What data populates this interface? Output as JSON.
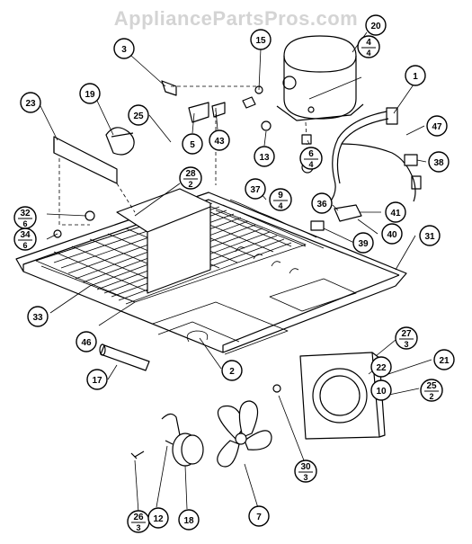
{
  "watermark": "AppliancePartsPros.com",
  "callouts": [
    {
      "id": "c3",
      "label": "3"
    },
    {
      "id": "c15",
      "label": "15"
    },
    {
      "id": "c20",
      "label": "20"
    },
    {
      "id": "c4a",
      "num": "4",
      "den": "4"
    },
    {
      "id": "c1",
      "label": "1"
    },
    {
      "id": "c23",
      "label": "23"
    },
    {
      "id": "c19",
      "label": "19"
    },
    {
      "id": "c25a",
      "label": "25"
    },
    {
      "id": "c5",
      "label": "5"
    },
    {
      "id": "c43",
      "label": "43"
    },
    {
      "id": "c13",
      "label": "13"
    },
    {
      "id": "c6",
      "num": "6",
      "den": "4"
    },
    {
      "id": "c47",
      "label": "47"
    },
    {
      "id": "c38",
      "label": "38"
    },
    {
      "id": "c28",
      "num": "28",
      "den": "2"
    },
    {
      "id": "c37",
      "label": "37"
    },
    {
      "id": "c9",
      "num": "9",
      "den": "4"
    },
    {
      "id": "c36",
      "label": "36"
    },
    {
      "id": "c41",
      "label": "41"
    },
    {
      "id": "c32",
      "num": "32",
      "den": "6"
    },
    {
      "id": "c34",
      "num": "34",
      "den": "6"
    },
    {
      "id": "c40",
      "label": "40"
    },
    {
      "id": "c39",
      "label": "39"
    },
    {
      "id": "c31",
      "label": "31"
    },
    {
      "id": "c33",
      "label": "33"
    },
    {
      "id": "c46",
      "label": "46"
    },
    {
      "id": "c2",
      "label": "2"
    },
    {
      "id": "c27",
      "num": "27",
      "den": "3"
    },
    {
      "id": "c22",
      "label": "22"
    },
    {
      "id": "c21",
      "label": "21"
    },
    {
      "id": "c10",
      "label": "10"
    },
    {
      "id": "c25b",
      "num": "25",
      "den": "2"
    },
    {
      "id": "c17",
      "label": "17"
    },
    {
      "id": "c30",
      "num": "30",
      "den": "3"
    },
    {
      "id": "c26",
      "num": "26",
      "den": "3"
    },
    {
      "id": "c12",
      "label": "12"
    },
    {
      "id": "c18",
      "label": "18"
    },
    {
      "id": "c7",
      "label": "7"
    }
  ]
}
